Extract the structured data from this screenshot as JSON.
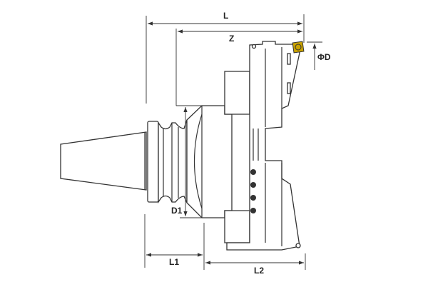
{
  "diagram": {
    "dimensions": {
      "L": "L",
      "Z": "Z",
      "D": "ΦD",
      "D1": "D1",
      "L1": "L1",
      "L2": "L2"
    },
    "colors": {
      "insert": "#c9a200",
      "line": "#333333"
    }
  }
}
